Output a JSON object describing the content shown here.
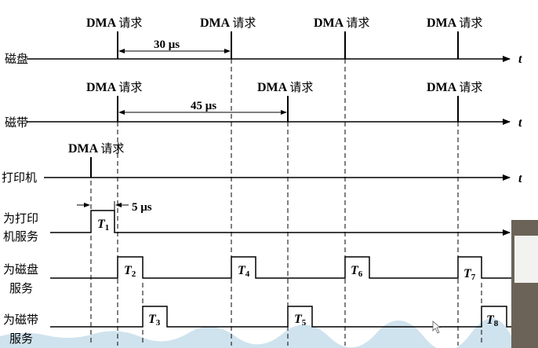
{
  "rows": {
    "disk": "磁盘",
    "tape": "磁带",
    "printer": "打印机",
    "serve_printer": [
      "为打印",
      "机服务"
    ],
    "serve_disk": [
      "为磁盘",
      "服务"
    ],
    "serve_tape": [
      "为磁带",
      "服务"
    ]
  },
  "axis_label": "t",
  "request_label": {
    "en": "DMA",
    "cn": "请求"
  },
  "intervals": {
    "disk": "30 μs",
    "tape": "45 μs",
    "printer": "5 μs"
  },
  "service_labels": {
    "T1": {
      "base": "T",
      "sub": "1"
    },
    "T2": {
      "base": "T",
      "sub": "2"
    },
    "T3": {
      "base": "T",
      "sub": "3"
    },
    "T4": {
      "base": "T",
      "sub": "4"
    },
    "T5": {
      "base": "T",
      "sub": "5"
    },
    "T6": {
      "base": "T",
      "sub": "6"
    },
    "T7": {
      "base": "T",
      "sub": "7"
    },
    "T8": {
      "base": "T",
      "sub": "8"
    }
  },
  "colors": {
    "line": "#000000",
    "water": "#cfe3ee",
    "photo": "#6b6358"
  }
}
